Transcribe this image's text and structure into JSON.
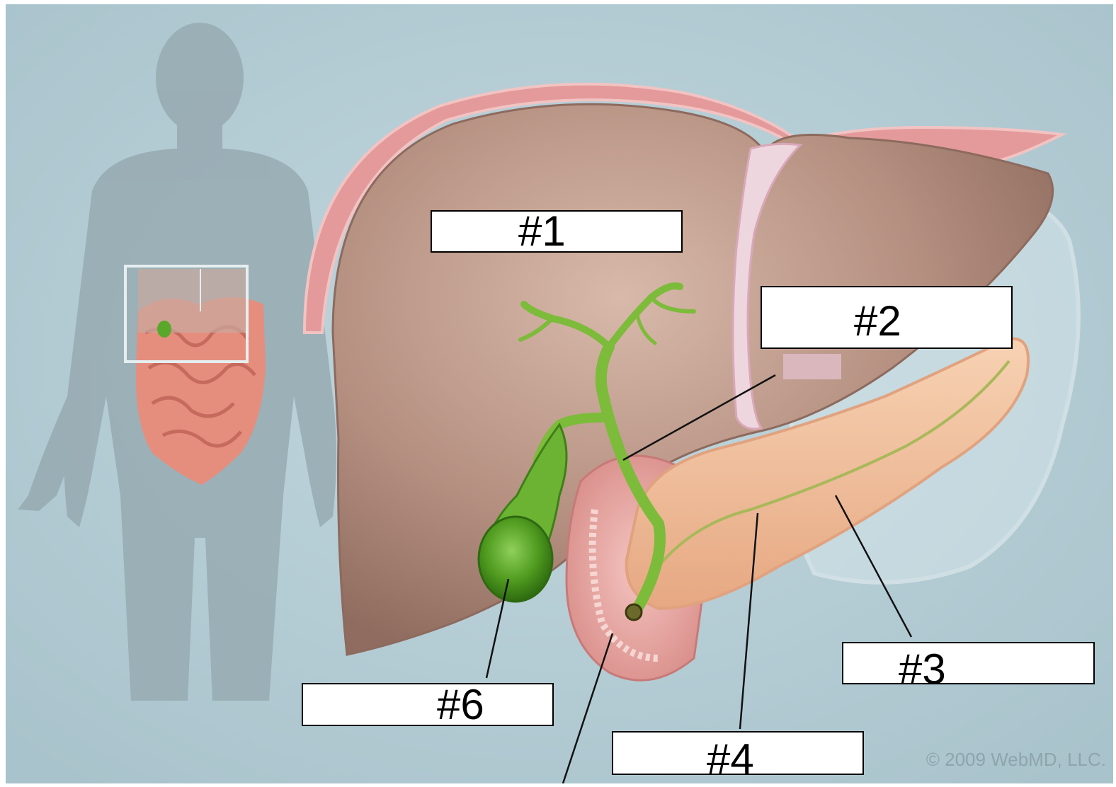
{
  "labels": [
    {
      "id": "label-1",
      "text": "#1"
    },
    {
      "id": "label-2",
      "text": "#2"
    },
    {
      "id": "label-3",
      "text": "#3"
    },
    {
      "id": "label-4",
      "text": "#4"
    },
    {
      "id": "label-6",
      "text": "#6"
    }
  ],
  "copyright": "© 2009 WebMD, LLC.",
  "colors": {
    "background": "#b7ced6",
    "silhouette": "#97aab2",
    "liver": "#b08a7b",
    "liver_highlight": "#d9b8aa",
    "capsule": "#e49a9a",
    "pancreas": "#f2c4a2",
    "bile_duct": "#7dbb3b",
    "gallbladder": "#4f9a1f",
    "duodenum": "#e7a8a4",
    "intestines": "#e58e7e"
  }
}
